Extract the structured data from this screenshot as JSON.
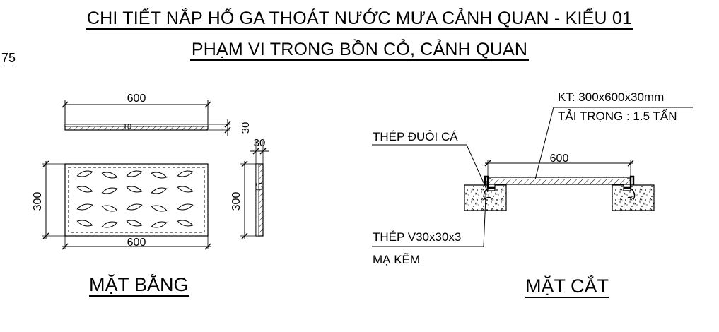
{
  "header": {
    "title_line1": "CHI TIẾT NẮP HỐ GA THOÁT NƯỚC MƯA CẢNH QUAN - KIỂU 01",
    "title_line2": "PHẠM VI TRONG BỒN CỎ, CẢNH QUAN",
    "page_fragment": "75"
  },
  "plan_view": {
    "label": "MẶT BẰNG",
    "dim_top_width": "600",
    "dim_thickness": "30",
    "dim_side_thickness": "30",
    "dim_height_left": "300",
    "dim_height_right": "300",
    "dim_bottom_width": "600",
    "dim_inner_small": "15",
    "mark_small": "10"
  },
  "section_view": {
    "label": "MẶT CẮT",
    "dim_width": "600",
    "note_size": "KT: 300x600x30mm",
    "note_load": "TẢI TRỌNG : 1.5 TẤN",
    "note_steel_anchor": "THÉP ĐUÔI CÁ",
    "note_angle_steel": "THÉP V30x30x3",
    "note_galvanized": "MẠ KẼM"
  }
}
